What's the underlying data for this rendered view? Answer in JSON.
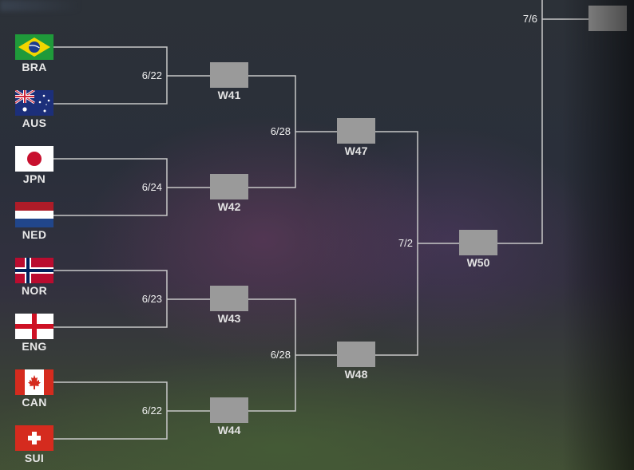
{
  "teams": [
    {
      "code": "BRA",
      "flag": "brazil-flag"
    },
    {
      "code": "AUS",
      "flag": "australia-flag"
    },
    {
      "code": "JPN",
      "flag": "japan-flag"
    },
    {
      "code": "NED",
      "flag": "netherlands-flag"
    },
    {
      "code": "NOR",
      "flag": "norway-flag"
    },
    {
      "code": "ENG",
      "flag": "england-flag"
    },
    {
      "code": "CAN",
      "flag": "canada-flag"
    },
    {
      "code": "SUI",
      "flag": "switzerland-flag"
    }
  ],
  "round2": [
    {
      "label": "W41",
      "date": "6/22"
    },
    {
      "label": "W42",
      "date": "6/24"
    },
    {
      "label": "W43",
      "date": "6/23"
    },
    {
      "label": "W44",
      "date": "6/22"
    }
  ],
  "round3": [
    {
      "label": "W47",
      "date": "6/28"
    },
    {
      "label": "W48",
      "date": "6/28"
    }
  ],
  "round4": [
    {
      "label": "W50",
      "date": "7/2"
    }
  ],
  "final": {
    "date": "7/6"
  },
  "colors": {
    "slot": "#9a9a9a",
    "line": "#c8c8c8",
    "text": "#e8e8e8"
  }
}
